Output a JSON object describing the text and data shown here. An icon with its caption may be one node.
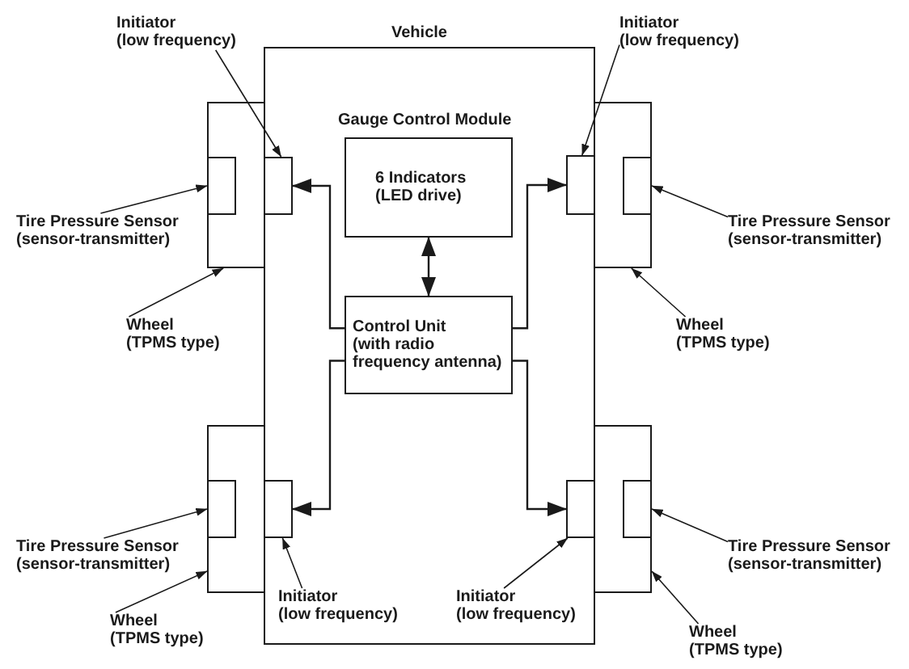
{
  "diagram": {
    "nodes": [
      {
        "text": [
          "Vehicle"
        ]
      },
      {
        "text": [
          "Initiator (low frequency)"
        ]
      },
      {
        "text": [
          "Initiator (low frequency)"
        ]
      },
      {
        "text": [],
        "shape": "box"
      },
      {
        "text": [],
        "shape": "box",
        "in": 3
      },
      {
        "text": [],
        "shape": "box",
        "in": 0
      },
      {
        "text": [
          "6 Indicators (LED drive)"
        ],
        "in": 0
      },
      {
        "text": [],
        "shape": "box",
        "in": 0
      },
      {
        "text": [],
        "shape": "box"
      },
      {
        "text": [],
        "shape": "box",
        "in": 8
      },
      {
        "text": [
          "Tire Pressure Sensor (sensor-transmitter)"
        ]
      },
      {
        "text": [
          "Tire Pressure Sensor (sensor-transmitter)"
        ]
      },
      {
        "text": [
          "Wheel (TPMS type)"
        ]
      },
      {
        "text": [
          "Control Unit (with radio frequency antenna)"
        ],
        "in": 0
      },
      {
        "text": [
          "Wheel (TPMS type)"
        ]
      },
      {
        "text": [],
        "shape": "box"
      },
      {
        "text": [],
        "shape": "box",
        "in": 15
      },
      {
        "text": [],
        "shape": "box",
        "in": 0
      },
      {
        "text": [],
        "shape": "box",
        "in": 0
      },
      {
        "text": [],
        "shape": "box"
      },
      {
        "text": [],
        "shape": "box",
        "in": 19
      },
      {
        "text": [
          "Tire Pressure Sensor (sensor-transmitter)"
        ]
      },
      {
        "text": [
          "Tire Pressure Sensor (sensor-transmitter)"
        ]
      },
      {
        "text": [
          "Wheel (TPMS type)"
        ]
      },
      {
        "text": [
          "Initiator (low frequency)"
        ],
        "in": 0
      },
      {
        "text": [
          "Initiator (low frequency)"
        ],
        "in": 0
      },
      {
        "text": [
          "Wheel (TPMS type)"
        ]
      }
    ],
    "edges": [
      {
        "from": 1,
        "to": 5,
        "arrow": "to"
      },
      {
        "from": 2,
        "to": 7,
        "arrow": "to"
      },
      {
        "from": 10,
        "to": 4,
        "arrow": "to"
      },
      {
        "from": 11,
        "to": 9,
        "arrow": "to"
      },
      {
        "from": 12,
        "to": 3,
        "arrow": "to"
      },
      {
        "from": 14,
        "to": 8,
        "arrow": "to"
      },
      {
        "from": 21,
        "to": 16,
        "arrow": "to"
      },
      {
        "from": 22,
        "to": 20,
        "arrow": "to"
      },
      {
        "from": 23,
        "to": 15,
        "arrow": "to"
      },
      {
        "from": 24,
        "to": 17,
        "arrow": "to"
      },
      {
        "from": 25,
        "to": 18,
        "arrow": "to"
      },
      {
        "from": 26,
        "to": 19,
        "arrow": "to"
      },
      {
        "from": 6,
        "to": 13,
        "arrow": "both"
      },
      {
        "from": 13,
        "to": 5,
        "arrow": "to"
      },
      {
        "from": 13,
        "to": 7,
        "arrow": "to"
      },
      {
        "from": 13,
        "to": 17,
        "arrow": "to"
      },
      {
        "from": 13,
        "to": 18,
        "arrow": "to"
      }
    ],
    "labels": [
      "Gauge Control Module"
    ]
  }
}
